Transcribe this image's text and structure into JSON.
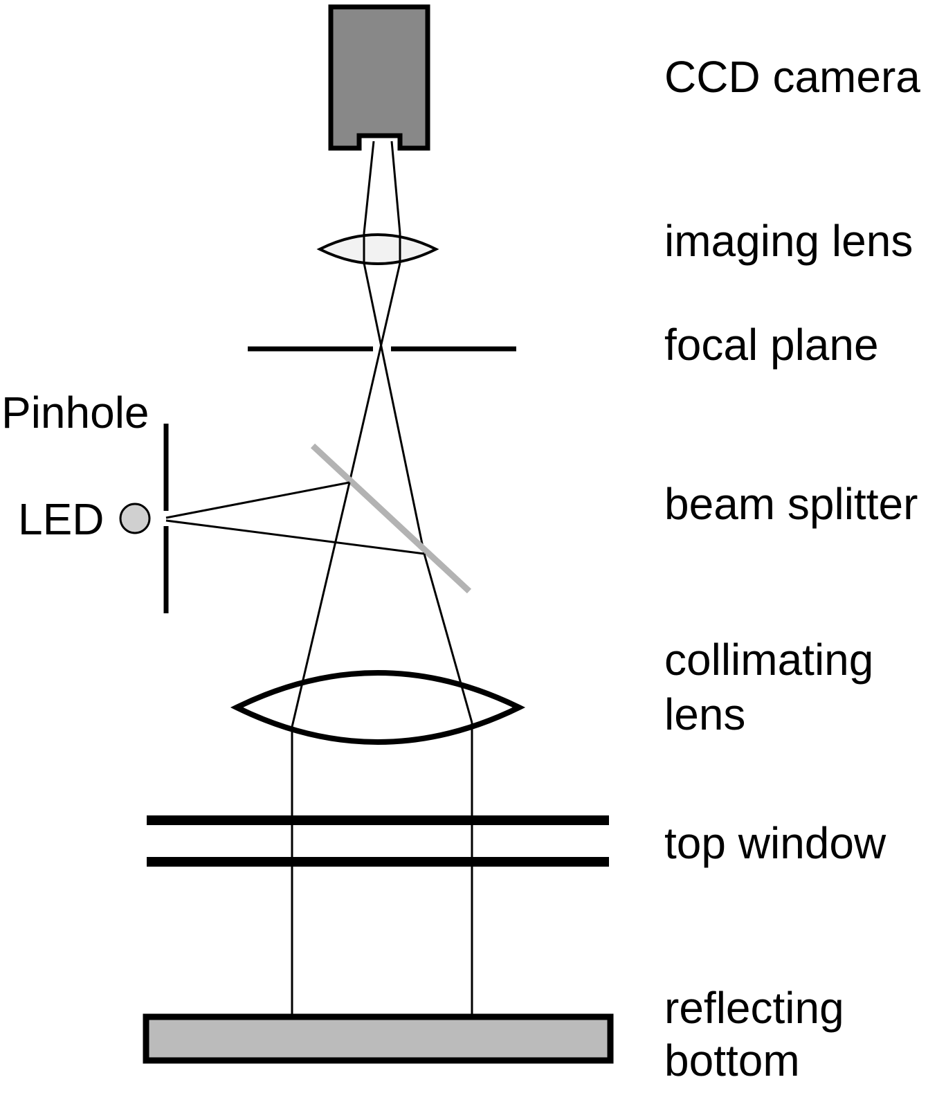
{
  "labels": {
    "ccd_camera": "CCD camera",
    "imaging_lens": "imaging lens",
    "focal_plane": "focal plane",
    "pinhole": "Pinhole",
    "led": "LED",
    "beam_splitter": "beam splitter",
    "collimating_lens_line1": "collimating",
    "collimating_lens_line2": "lens",
    "top_window": "top window",
    "reflecting_bottom_line1": "reflecting",
    "reflecting_bottom_line2": "bottom"
  },
  "colors": {
    "stroke": "#000000",
    "camera_fill": "#888888",
    "bottom_fill": "#bbbbbb",
    "beam_splitter": "#b3b3b3",
    "led_fill": "#d0d0d0",
    "background": "#ffffff"
  }
}
